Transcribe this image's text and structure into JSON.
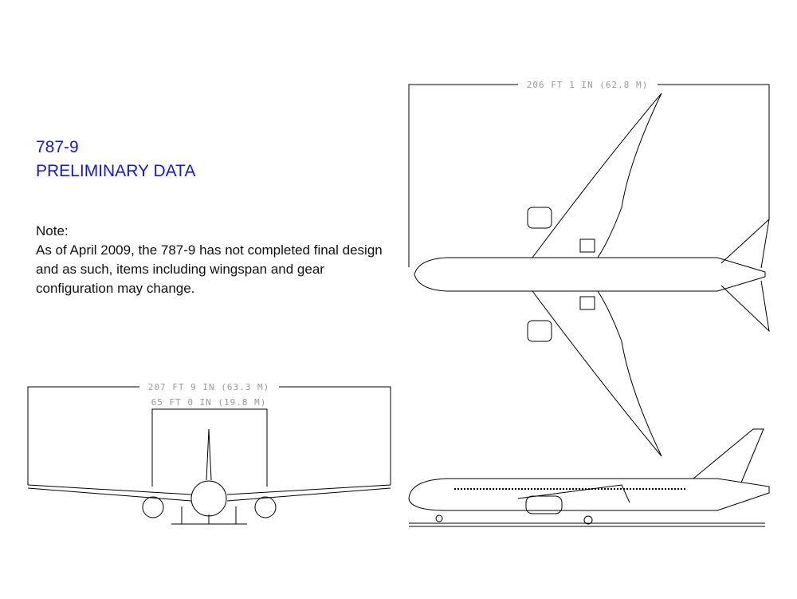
{
  "heading": {
    "model": "787-9",
    "subtitle": "PRELIMINARY DATA"
  },
  "note": {
    "label": "Note:",
    "text": "As of April 2009, the 787-9 has not completed final design and as such, items including wingspan and gear configuration may change."
  },
  "dimensions": {
    "top_view_wingspan": "206 FT 1 IN (62.8 M)",
    "front_view_span": "207 FT 9 IN (63.3 M)",
    "front_view_inner": "65 FT 0 IN (19.8 M)"
  },
  "colors": {
    "heading": "#1a1acc",
    "dimension_text": "#999999"
  }
}
